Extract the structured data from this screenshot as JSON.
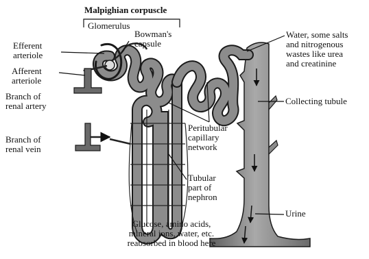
{
  "title": "Malpighian corpuscle",
  "labels": {
    "glomerulus": "Glomerulus",
    "bowmans_capsule": "Bowman's\ncapsule",
    "efferent_arteriole": "Efferent\narteriole",
    "afferent_arteriole": "Afferent\narteriole",
    "branch_renal_artery": "Branch of\nrenal artery",
    "branch_renal_vein": "Branch of\nrenal vein",
    "water_salts": "Water, some salts\nand nitrogenous\nwastes like urea\nand creatinine",
    "collecting_tubule": "Collecting tubule",
    "peritubular_network": "Peritubular\ncapillary\nnetwork",
    "tubular_part": "Tubular\npart of\nnephron",
    "urine": "Urine",
    "reabsorption": "Glucose, amino acids,\nmineral ions, water, etc.\nreabsorbed in blood here"
  },
  "colors": {
    "tubule_fill": "#8c8c8c",
    "outline": "#1a1a1a",
    "vessel": "#222222"
  }
}
